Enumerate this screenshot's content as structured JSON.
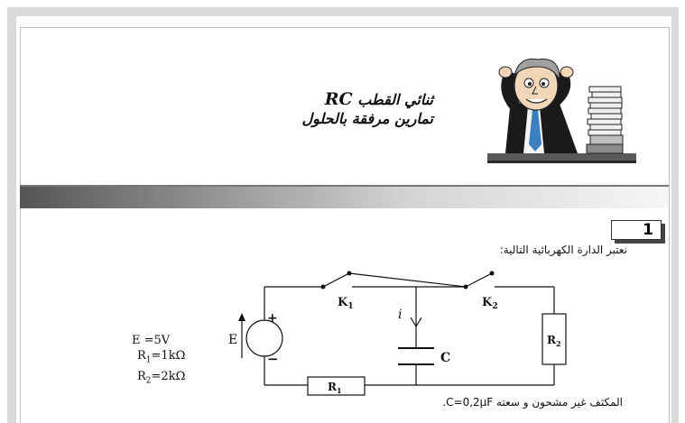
{
  "title": {
    "line1_prefix": "ثنائي القطب",
    "line1_rc": "RC",
    "line2": "تمارين مرفقة بالحلول"
  },
  "exercise": {
    "number": "1",
    "statement": "نعتبر الدارة الكهربائية التالية:",
    "note": "المكثف غير مشحون و سعته C=0,2μF."
  },
  "params": {
    "E": "E =5V",
    "R1_prefix": "R",
    "R1_sub": "1",
    "R1_value": "=1kΩ",
    "R2_prefix": "R",
    "R2_sub": "2",
    "R2_value": "=2kΩ"
  },
  "circuit": {
    "source_label": "E",
    "plus": "+",
    "minus": "−",
    "K1": "K",
    "K1_sub": "1",
    "K2": "K",
    "K2_sub": "2",
    "current": "i",
    "capacitor": "C",
    "R1": "R",
    "R1_sub": "1",
    "R2": "R",
    "R2_sub": "2"
  }
}
